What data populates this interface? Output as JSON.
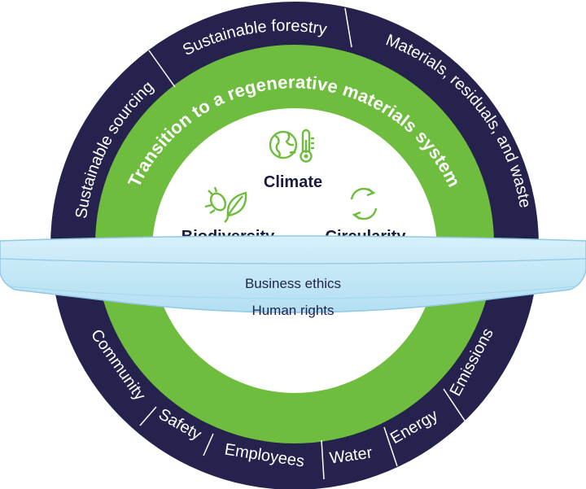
{
  "colors": {
    "navy": "#25234e",
    "green": "#6ebd3e",
    "band_fill": "#c3e7f6",
    "band_edge": "#8fc9e4",
    "icon_green": "#6ebd3e",
    "text_dark": "#1a1c3d"
  },
  "outer_ring": {
    "top_segments": [
      "Sustainable sourcing",
      "Sustainable forestry",
      "Materials, residuals, and waste"
    ],
    "bottom_segments": [
      "Community",
      "Safety",
      "Employees",
      "Water",
      "Energy",
      "Emissions"
    ]
  },
  "green_ring": {
    "title": "Transition to a regenerative materials system"
  },
  "core": {
    "climate": "Climate",
    "biodiversity": "Biodiversity",
    "circularity": "Circularity",
    "icons": [
      "globe-icon",
      "thermometer-icon",
      "leaf-bug-icon",
      "recycle-icon"
    ]
  },
  "band": {
    "top": "Business ethics",
    "bottom": "Human rights"
  }
}
